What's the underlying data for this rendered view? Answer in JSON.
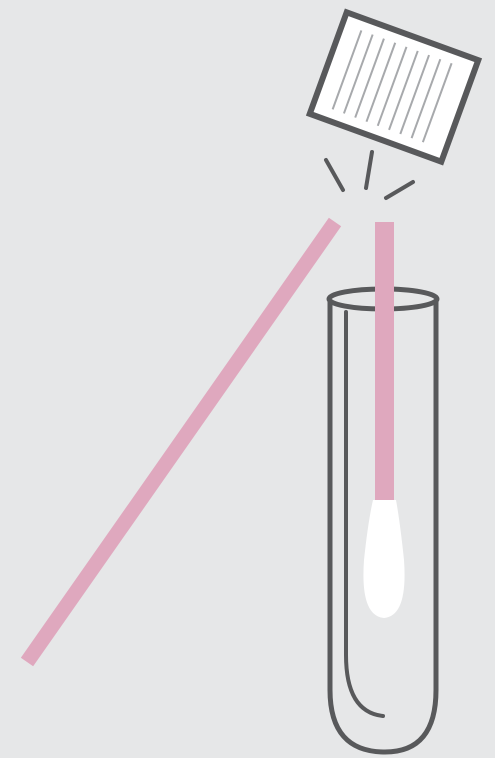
{
  "illustration": {
    "colors": {
      "background": "#e6e7e8",
      "outline": "#58595b",
      "swab_stick": "#dfa8be",
      "swab_tip": "#ffffff",
      "label_fill": "#ffffff",
      "label_lines": "#a7a9ac"
    },
    "elements": [
      "broken-swab-stick",
      "test-tube",
      "swab-in-tube",
      "cotton-tip",
      "tube-cap-label",
      "snap-lines"
    ]
  }
}
